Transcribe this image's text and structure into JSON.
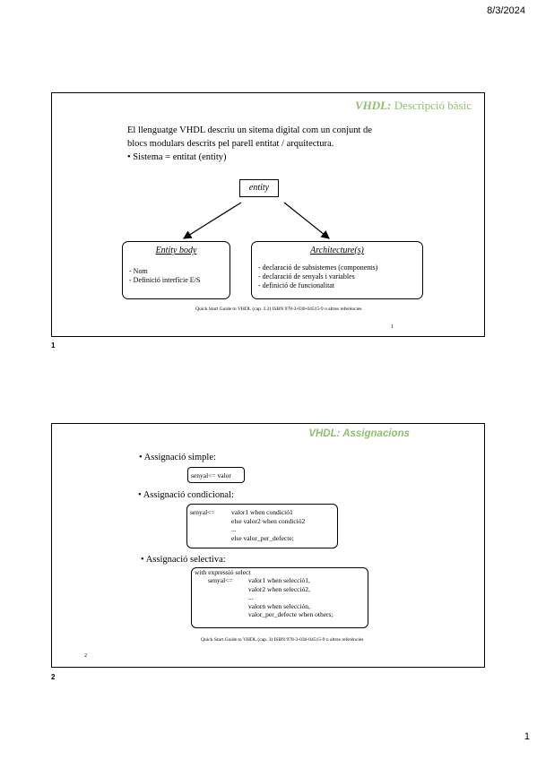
{
  "header": {
    "date": "8/3/2024"
  },
  "slide1": {
    "title_italic": "VHDL:",
    "title_rest": " Descripció bàsic",
    "intro": [
      "El llenguatge VHDL descriu un sitema digital com un conjunt de",
      "blocs modulars descrits pel parell entitat / arquitectura.",
      "• Sistema = entitat (entity)"
    ],
    "entity_label": "entity",
    "entity_body": {
      "title": "Entity body",
      "items": [
        "- Nom",
        "- Definició interfície E/S"
      ]
    },
    "architecture": {
      "title": "Architecture(s)",
      "items": [
        "- declaració de subsistemes (components)",
        "- declaració de senyals i variables",
        "- definició de funcionalitat"
      ]
    },
    "reference": "Quick Start Guide to VHDL (cap. 2.2) ISBN 978-3-030-04515-9 o altres referències",
    "inner_number": "1",
    "number": "1"
  },
  "slide2": {
    "title": "VHDL: Assignacions",
    "simple": {
      "bullet": "• Assignació simple:",
      "code": "senyal<= valor"
    },
    "conditional": {
      "bullet": "• Assignació condicional:",
      "code_left": "senyal<=",
      "code_right": [
        "valor1 when condició1",
        "else valor2 when condició2",
        "...",
        "else valor_per_defecte;"
      ]
    },
    "selective": {
      "bullet": "• Assignació selectiva:",
      "line1": "with expressió select",
      "line2_left": "senyal<=",
      "code_right": [
        "valor1 when selecció1,",
        "valor2 when selecció2,",
        "...",
        "valorn when selección,",
        "valor_per_defecte when others;"
      ]
    },
    "reference": "Quick Start Guide to VHDL (cap. 3) ISBN 978-3-030-04515-9 o altres referències",
    "inner_number": "2",
    "number": "2"
  },
  "footer": {
    "page_number": "1"
  }
}
